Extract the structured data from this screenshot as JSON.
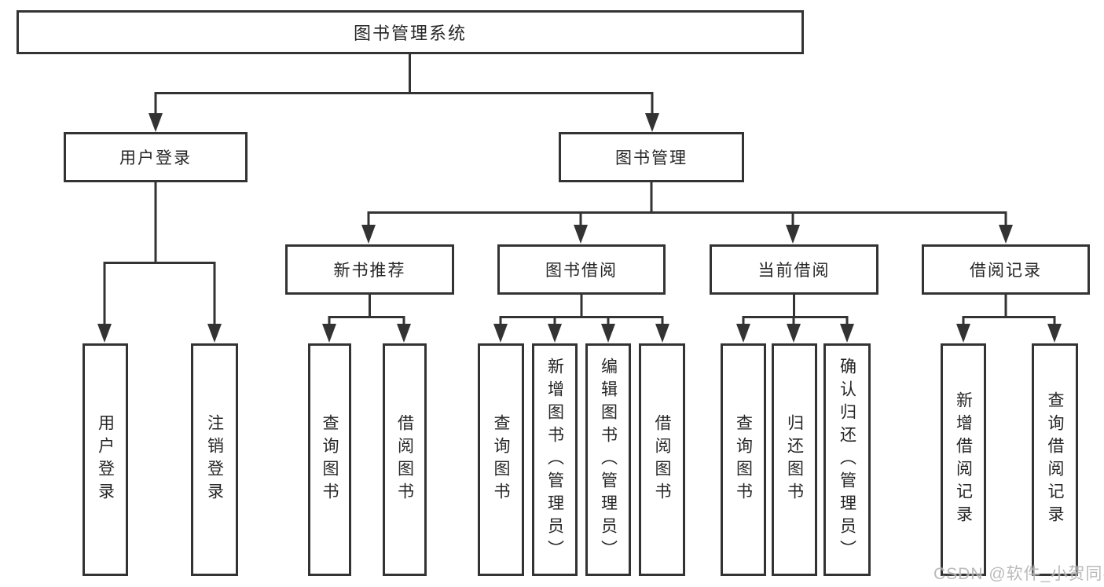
{
  "diagram": {
    "root": "图书管理系统",
    "level2": [
      "用户登录",
      "图书管理"
    ],
    "level3": [
      "新书推荐",
      "图书借阅",
      "当前借阅",
      "借阅记录"
    ],
    "leaves": [
      "用户登录",
      "注销登录",
      "查询图书",
      "借阅图书",
      "查询图书",
      "新增图书（管理员）",
      "编辑图书（管理员）",
      "借阅图书",
      "查询图书",
      "归还图书",
      "确认归还（管理员）",
      "新增借阅记录",
      "查询借阅记录"
    ]
  },
  "watermark": "CSDN @软件_小贺同学",
  "colors": {
    "line": "#333333",
    "border": "#333333",
    "text": "#262626",
    "background": "#ffffff",
    "watermark": "#b3b3b3"
  }
}
